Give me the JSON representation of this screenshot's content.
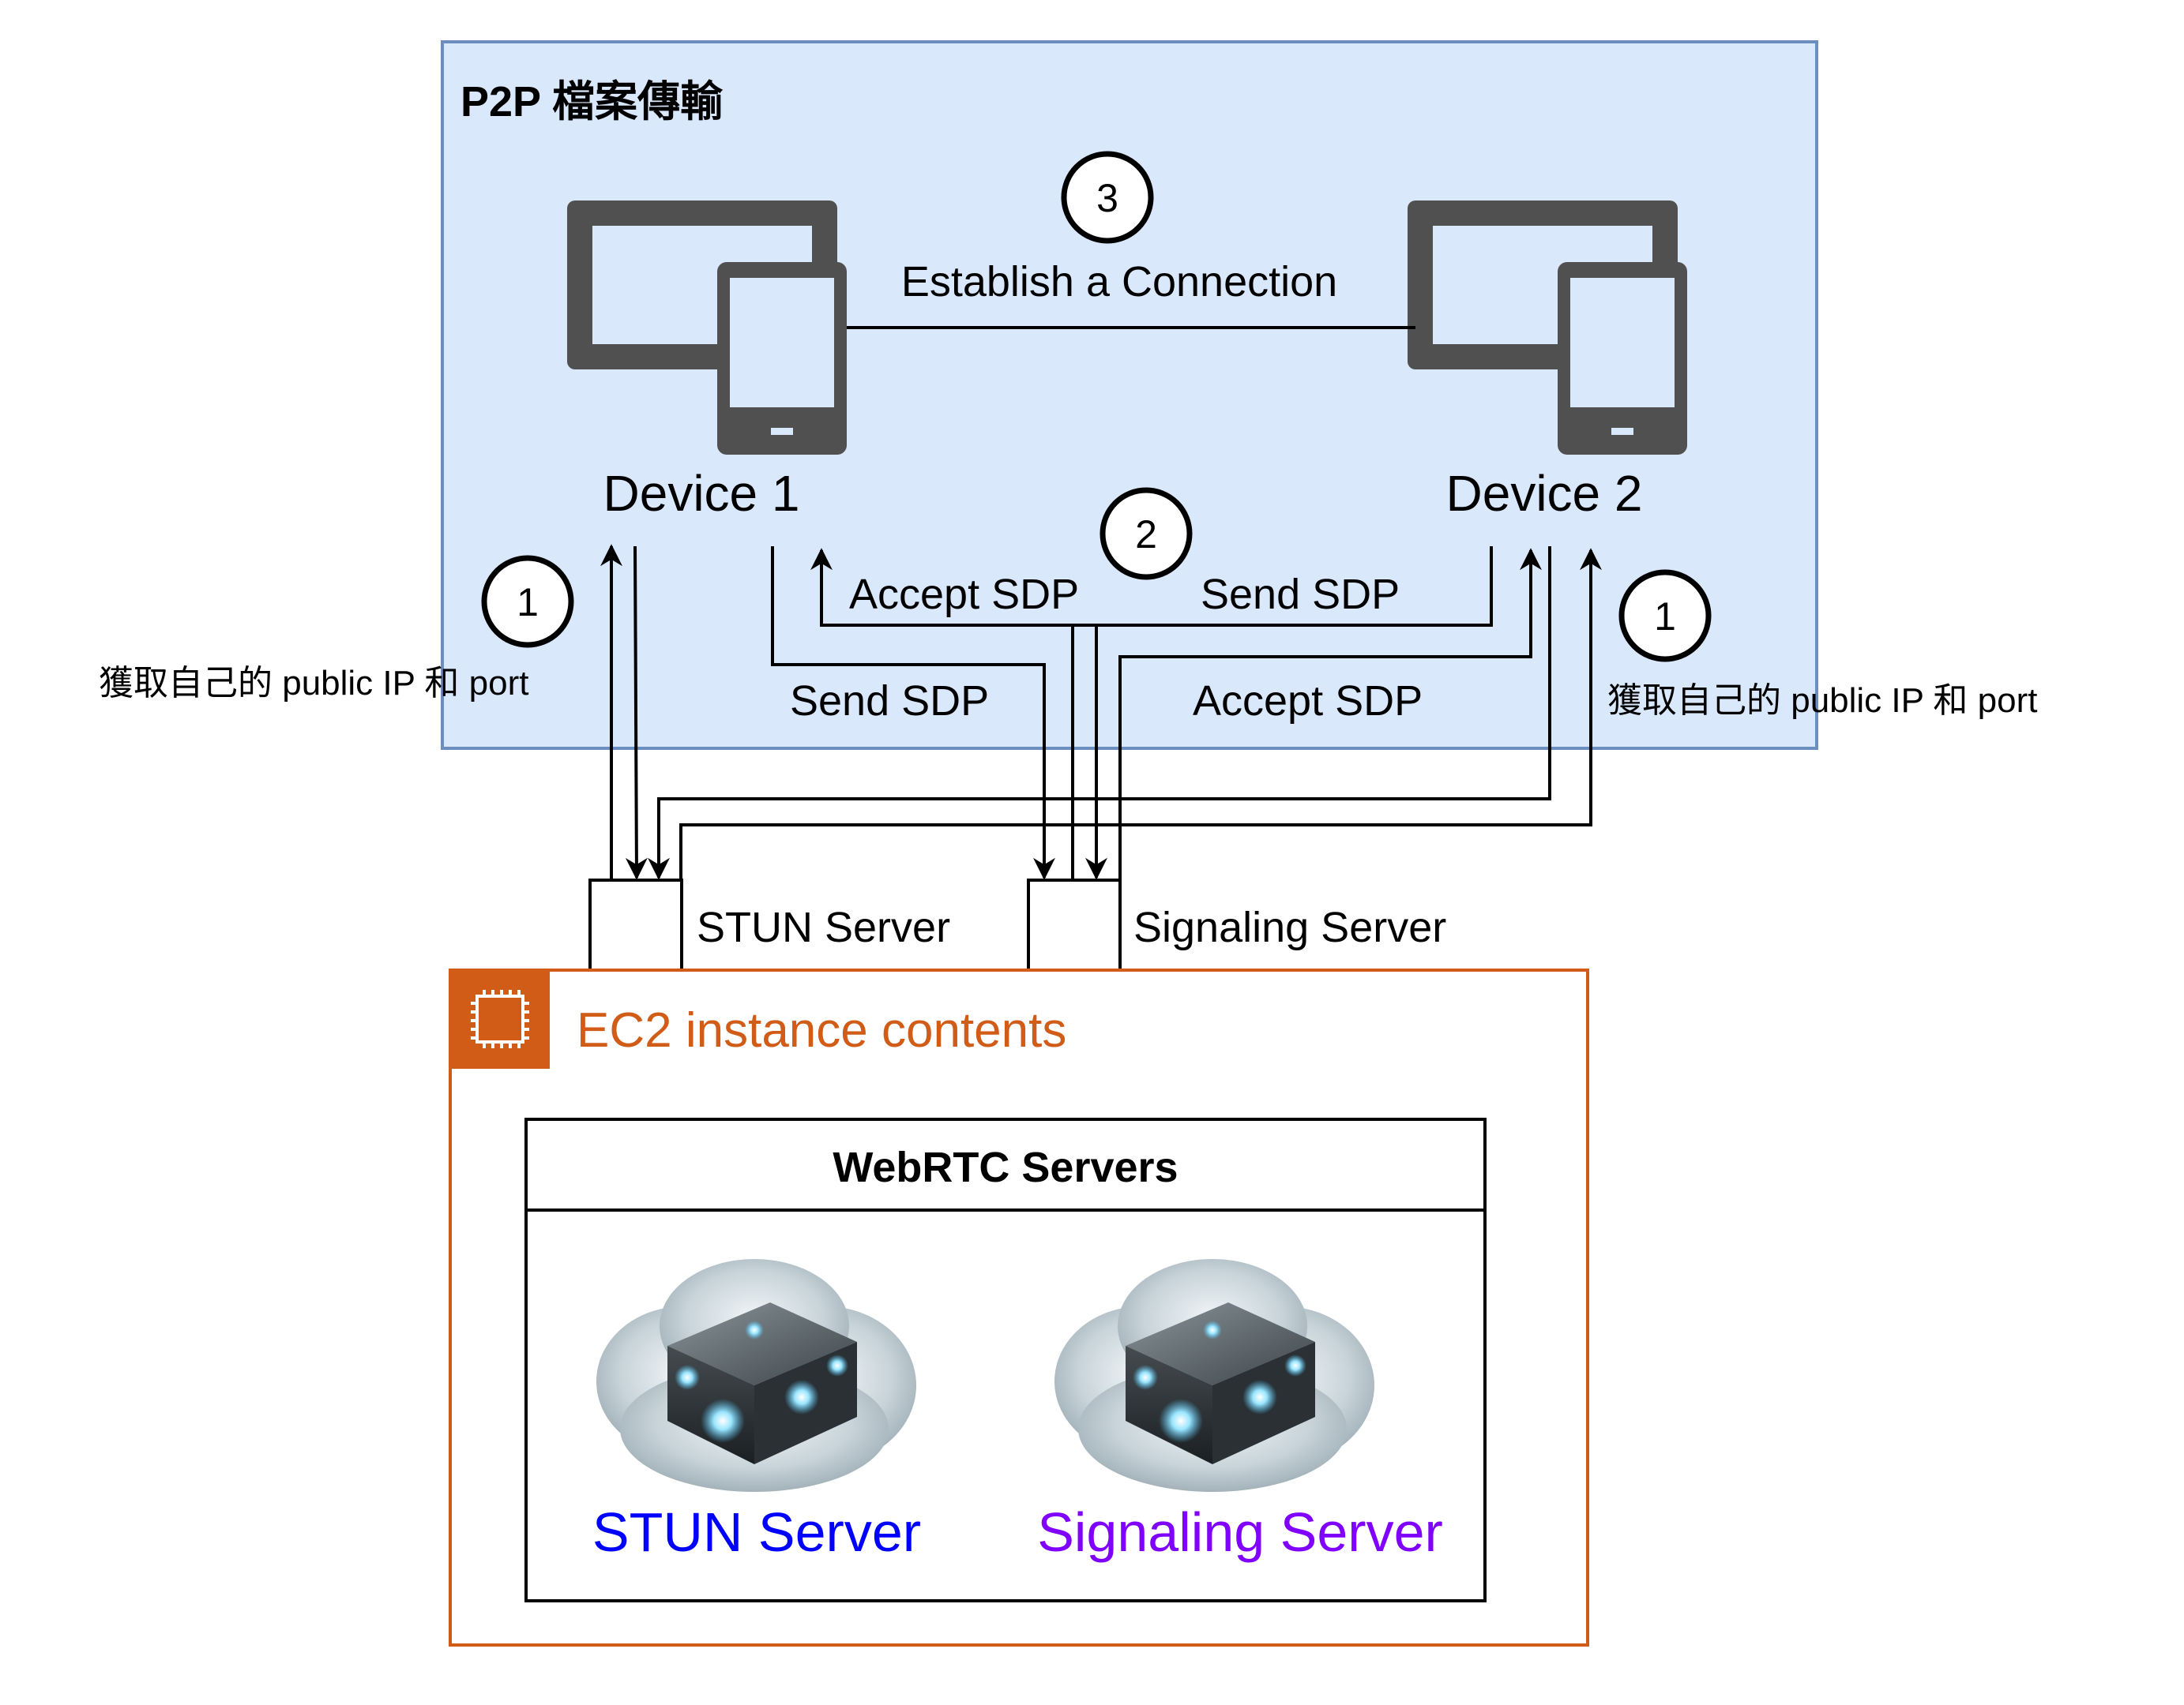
{
  "p2p_region": {
    "title": "P2P 檔案傳輸",
    "fill": "#dae8fc",
    "stroke": "#6c8ebf"
  },
  "devices": {
    "device1_label": "Device 1",
    "device2_label": "Device 2",
    "icon": "laptop-and-phone-icon",
    "icon_color": "#505050"
  },
  "connection": {
    "label": "Establish a Connection"
  },
  "steps": {
    "step1_left": "1",
    "step1_right": "1",
    "step2": "2",
    "step3": "3"
  },
  "edge_labels": {
    "get_ip_left": "獲取自己的 public IP 和 port",
    "get_ip_right": "獲取自己的 public IP 和 port",
    "accept_sdp_top": "Accept SDP",
    "send_sdp_top": "Send SDP",
    "send_sdp_bottom": "Send SDP",
    "accept_sdp_bottom": "Accept SDP"
  },
  "server_nodes": {
    "stun_label": "STUN Server",
    "signaling_label": "Signaling Server"
  },
  "ec2": {
    "title": "EC2 instance contents",
    "color": "#d05c17",
    "icon": "ec2-chip-icon"
  },
  "webrtc_box": {
    "title": "WebRTC Servers",
    "stun_label": "STUN Server",
    "stun_color": "#0000ff",
    "signaling_label": "Signaling Server",
    "signaling_color": "#7f00ff",
    "server_icon": "cloud-server-icon"
  }
}
